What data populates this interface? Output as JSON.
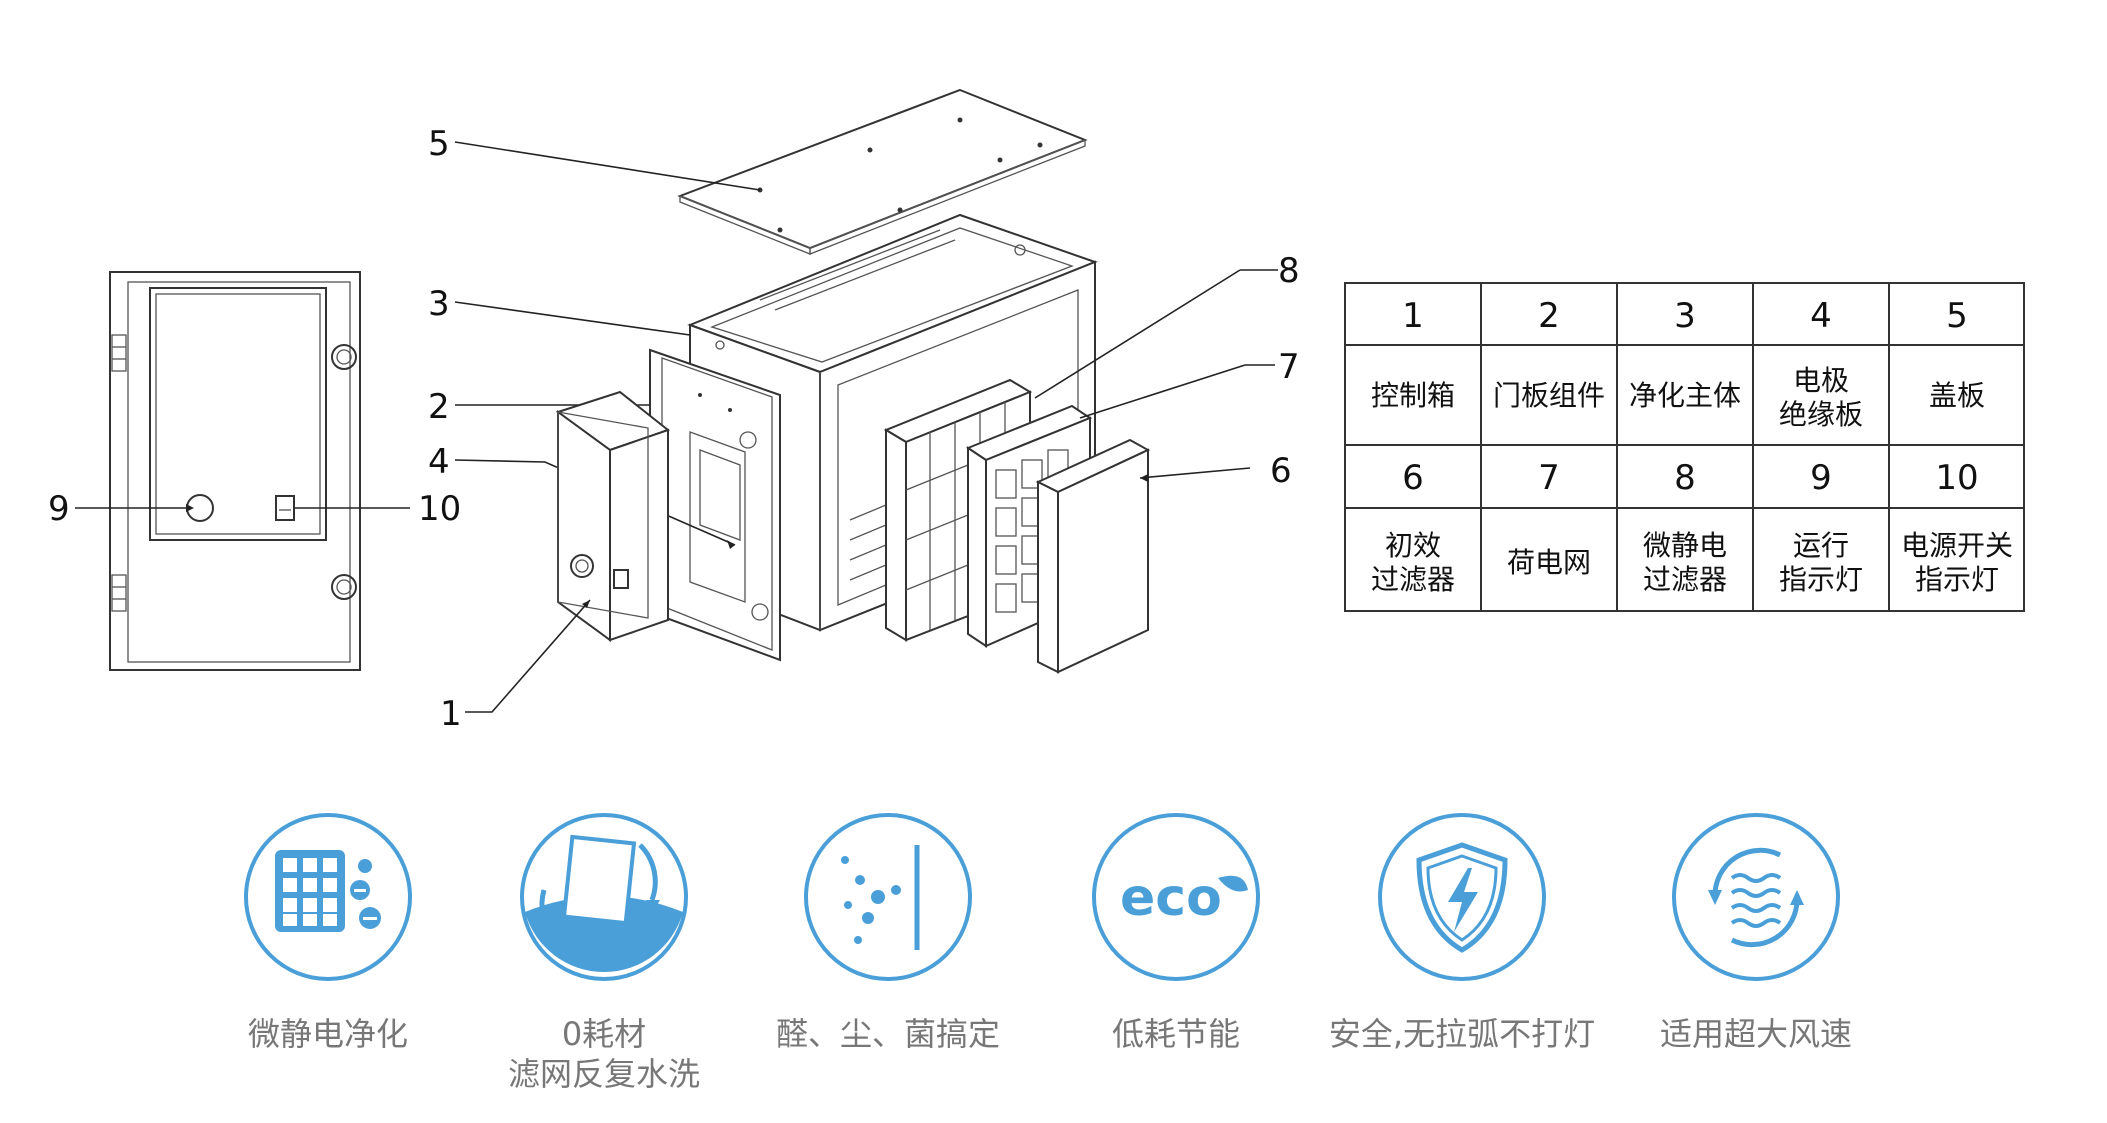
{
  "callouts": {
    "c1": "1",
    "c2": "2",
    "c3": "3",
    "c4": "4",
    "c5": "5",
    "c6": "6",
    "c7": "7",
    "c8": "8",
    "c9": "9",
    "c10": "10"
  },
  "legend_table": {
    "row1_numbers": [
      "1",
      "2",
      "3",
      "4",
      "5"
    ],
    "row1_names": [
      [
        "控制箱"
      ],
      [
        "门板组件"
      ],
      [
        "净化主体"
      ],
      [
        "电极",
        "绝缘板"
      ],
      [
        "盖板"
      ]
    ],
    "row2_numbers": [
      "6",
      "7",
      "8",
      "9",
      "10"
    ],
    "row2_names": [
      [
        "初效",
        "过滤器"
      ],
      [
        "荷电网"
      ],
      [
        "微静电",
        "过滤器"
      ],
      [
        "运行",
        "指示灯"
      ],
      [
        "电源开关",
        "指示灯"
      ]
    ]
  },
  "features": [
    {
      "icon": "electrostatic-grid-icon",
      "label_lines": [
        "微静电净化"
      ]
    },
    {
      "icon": "washable-filter-icon",
      "label_lines": [
        "0耗材",
        "滤网反复水洗"
      ]
    },
    {
      "icon": "particle-barrier-icon",
      "label_lines": [
        "醛、尘、菌搞定"
      ]
    },
    {
      "icon": "eco-leaf-icon",
      "label_lines": [
        "低耗节能"
      ]
    },
    {
      "icon": "lightning-shield-icon",
      "label_lines": [
        "安全,无拉弧不打灯"
      ]
    },
    {
      "icon": "airflow-icon",
      "label_lines": [
        "适用超大风速"
      ]
    }
  ],
  "colors": {
    "accent": "#4a9fd8",
    "line": "#333333",
    "caption": "#777777"
  }
}
